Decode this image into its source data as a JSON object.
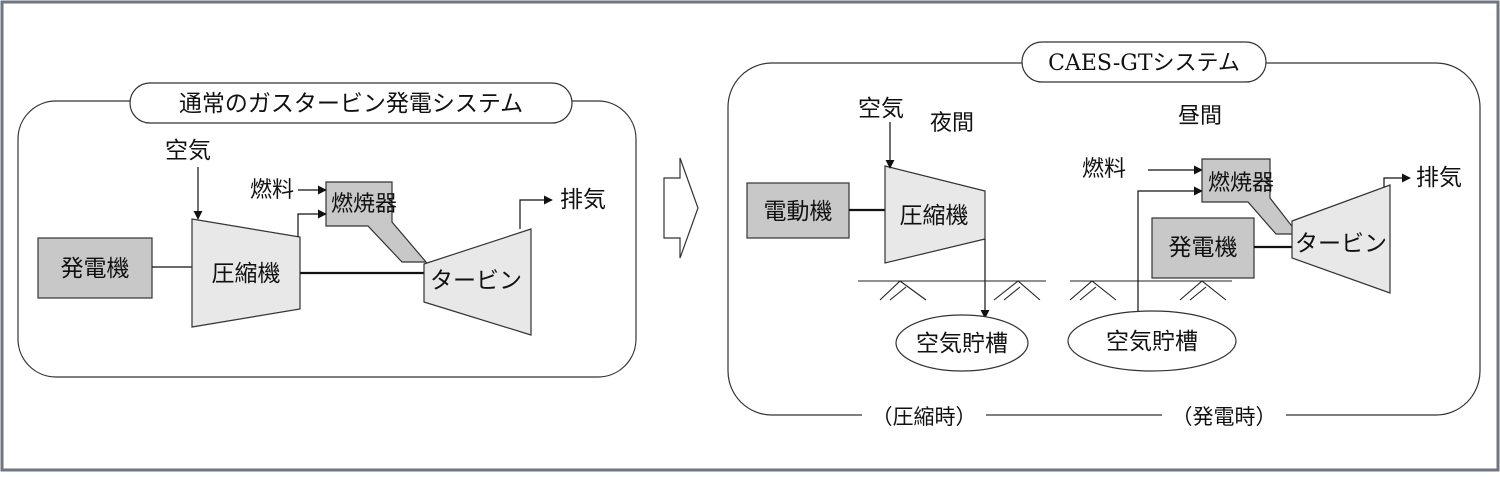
{
  "colors": {
    "outer_border": "#6f7680",
    "box_fill": "#c8c8c8",
    "machine_fill": "#e8e8e8",
    "line": "#111111"
  },
  "conventional": {
    "title": "通常のガスタービン発電システム",
    "generator": "発電機",
    "compressor": "圧縮機",
    "combustor": "燃焼器",
    "turbine": "タービン",
    "air": "空気",
    "fuel": "燃料",
    "exhaust": "排気"
  },
  "caes": {
    "title": "CAES-GTシステム",
    "night_label": "夜間",
    "day_label": "昼間",
    "air": "空気",
    "motor": "電動機",
    "compressor": "圧縮機",
    "storage_left": "空気貯槽",
    "fuel": "燃料",
    "combustor": "燃焼器",
    "exhaust": "排気",
    "generator": "発電機",
    "turbine": "タービン",
    "storage_right": "空気貯槽",
    "mode_compress": "（圧縮時）",
    "mode_generate": "（発電時）"
  }
}
